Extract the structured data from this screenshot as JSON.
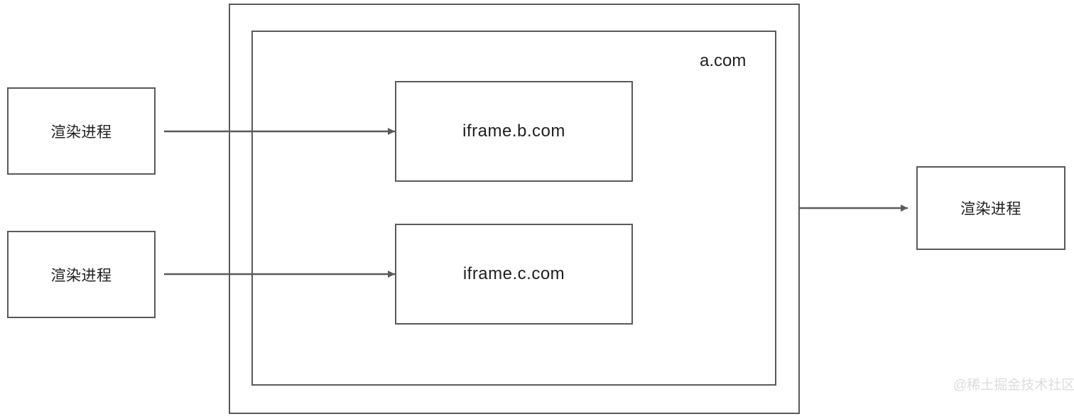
{
  "diagram": {
    "title_label": "a.com",
    "background_color": "#ffffff",
    "stroke_color": "#5a5a5a",
    "text_color": "#1f1f1f",
    "watermark_color": "#dcdcdc"
  },
  "boxes": {
    "browser_outer": {
      "label": ""
    },
    "page_inner": {
      "label": "a.com"
    },
    "iframe_b": {
      "label": "iframe.b.com"
    },
    "iframe_c": {
      "label": "iframe.c.com"
    },
    "render_process_b": {
      "label": "渲染进程"
    },
    "render_process_c": {
      "label": "渲染进程"
    },
    "render_process_main": {
      "label": "渲染进程"
    }
  },
  "arrows": [
    {
      "name": "iframe-b-to-render-process",
      "from": "iframe.b.com",
      "to": "渲染进程",
      "direction": "left"
    },
    {
      "name": "iframe-c-to-render-process",
      "from": "iframe.c.com",
      "to": "渲染进程",
      "direction": "left"
    },
    {
      "name": "page-to-render-process",
      "from": "a.com",
      "to": "渲染进程",
      "direction": "right"
    }
  ],
  "watermark": {
    "text": "@稀土掘金技术社区"
  }
}
